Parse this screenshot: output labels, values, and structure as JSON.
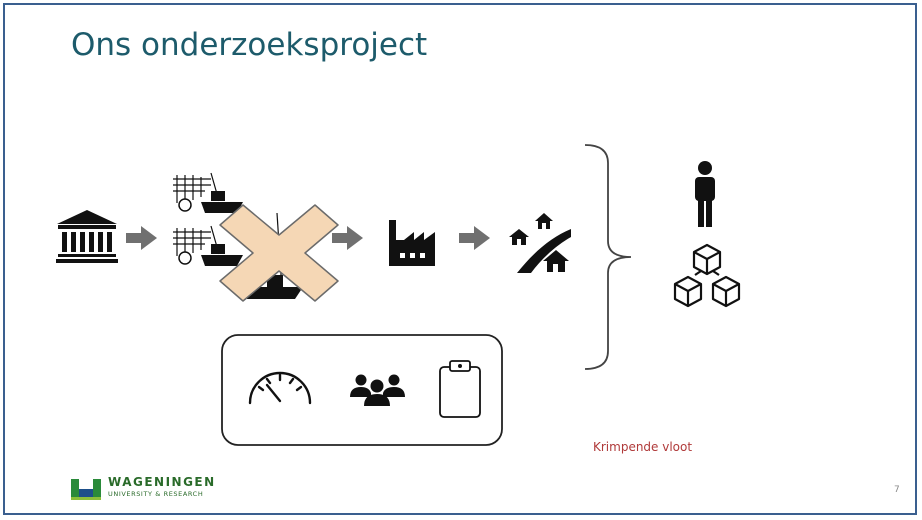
{
  "slide": {
    "title": "Ons onderzoeksproject",
    "caption": "Krimpende vloot",
    "page_number": "7"
  },
  "logo": {
    "name": "WAGENINGEN",
    "subtitle": "UNIVERSITY & RESEARCH"
  },
  "colors": {
    "title": "#1d5b6b",
    "caption": "#b03a3a",
    "cross_fill": "#f5d7b5",
    "arrow": "#707070",
    "icons": "#111111",
    "frame_border": "#3a5f8f",
    "logo_green": "#2a8a3a",
    "logo_blue": "#1d4f8a"
  },
  "icons": [
    "government-building-icon",
    "fishing-vessel-icon",
    "factory-icon",
    "market-road-icon",
    "person-icon",
    "supply-chain-boxes-icon",
    "speedometer-icon",
    "group-icon",
    "clipboard-icon",
    "cross-icon"
  ]
}
